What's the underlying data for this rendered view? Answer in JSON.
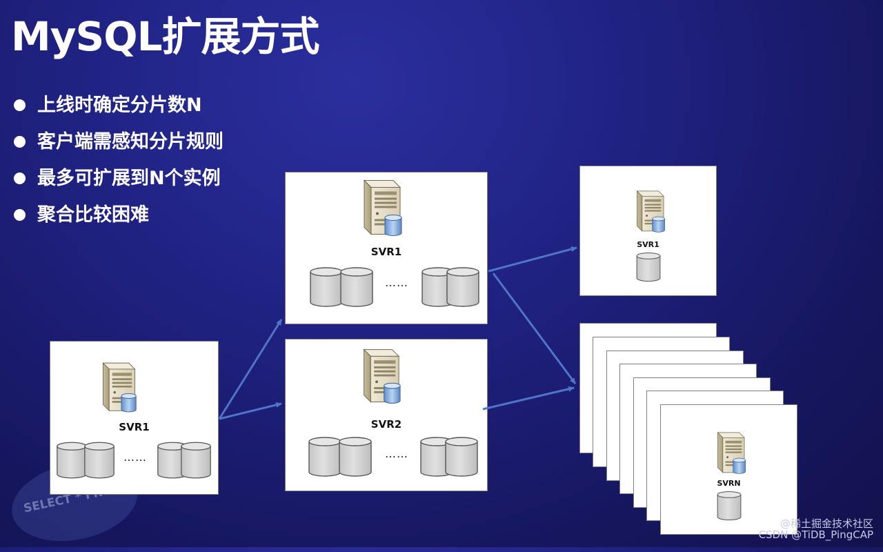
{
  "slide": {
    "title": "MySQL扩展方式",
    "bullets": [
      "上线时确定分片数N",
      "客户端需感知分片规则",
      "最多可扩展到N个实例",
      "聚合比较困难"
    ]
  },
  "diagram": {
    "source": {
      "label": "SVR1",
      "ellipsis": "……"
    },
    "shard1": {
      "label": "SVR1",
      "ellipsis": "……"
    },
    "shard2": {
      "label": "SVR2",
      "ellipsis": "……"
    },
    "target_single": {
      "label": "SVR1"
    },
    "target_stack": {
      "label": "SVRN"
    }
  },
  "watermark": {
    "line1": "@稀土掘金技术社区",
    "line2": "CSDN @TiDB_PingCAP",
    "stamp": "SELECT * FROM"
  },
  "colors": {
    "background": "#1f2180",
    "arrow": "#4f75c9",
    "disk_fill": "#d6d6d6",
    "server_body": "#e2dac3"
  }
}
